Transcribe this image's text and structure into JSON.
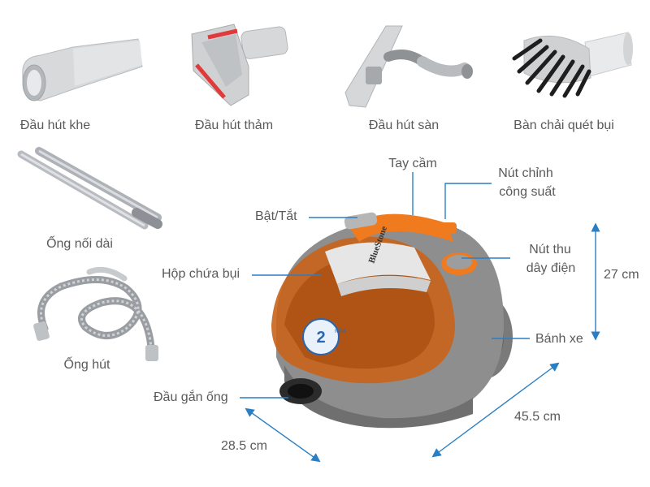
{
  "accessories": {
    "crevice": "Đầu hút khe",
    "carpet": "Đầu hút thảm",
    "floor": "Đầu hút sàn",
    "brush": "Bàn chải quét bụi",
    "tubes": "Ống nối dài",
    "hose": "Ống hút"
  },
  "parts": {
    "handle": "Tay cầm",
    "power_adjust_line1": "Nút chỉnh",
    "power_adjust_line2": "công suất",
    "on_off": "Bật/Tắt",
    "dust_box": "Hộp chứa bụi",
    "cord_rewind_line1": "Nút thu",
    "cord_rewind_line2": "dây điện",
    "wheel": "Bánh xe",
    "hose_inlet": "Đầu gắn ống"
  },
  "dimensions": {
    "height": "27 cm",
    "length": "45.5 cm",
    "width": "28.5 cm"
  },
  "product": {
    "brand": "BlueStone",
    "warranty_years": "2",
    "warranty_text": "NĂM"
  },
  "colors": {
    "accent_orange": "#f07a1e",
    "line_blue": "#2a7fc4",
    "body_gray": "#8e8e8e",
    "accessory_gray": "#cfd1d3"
  }
}
